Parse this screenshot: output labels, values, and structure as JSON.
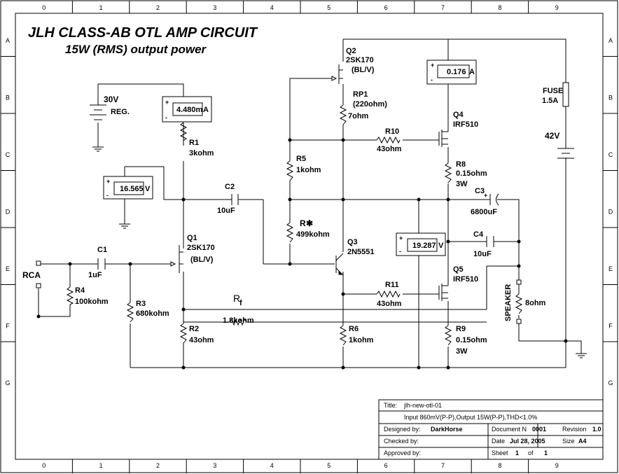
{
  "title": {
    "line1": "JLH CLASS-AB OTL AMP CIRCUIT",
    "line2": "15W (RMS) output power"
  },
  "frame": {
    "cols": [
      "0",
      "1",
      "2",
      "3",
      "4",
      "5",
      "6",
      "7",
      "8",
      "9"
    ],
    "rows": [
      "A",
      "B",
      "C",
      "D",
      "E",
      "F",
      "G"
    ]
  },
  "components": {
    "supply30": {
      "l1": "30V",
      "l2": "REG."
    },
    "supply42": "42V",
    "fuse": {
      "l1": "FUSE",
      "l2": "1.5A"
    },
    "q2": {
      "name": "Q2",
      "part": "2SK170",
      "grade": "(BL/V)"
    },
    "rp1": {
      "name": "RP1",
      "val": "(220ohm)",
      "set": "7ohm"
    },
    "q4": {
      "name": "Q4",
      "part": "IRF510"
    },
    "r10": {
      "name": "R10",
      "val": "43ohm"
    },
    "r5": {
      "name": "R5",
      "val": "1kohm"
    },
    "r8": {
      "name": "R8",
      "val": "0.15ohm",
      "w": "3W"
    },
    "r1": {
      "name": "R1",
      "val": "3kohm"
    },
    "c2": {
      "name": "C2",
      "val": "10uF"
    },
    "c3": {
      "name": "C3",
      "val": "6800uF"
    },
    "rx": {
      "name": "R",
      "star": "✱",
      "val": "499kohm"
    },
    "q3": {
      "name": "Q3",
      "part": "2N5551"
    },
    "c4": {
      "name": "C4",
      "val": "10uF"
    },
    "q1": {
      "name": "Q1",
      "part": "2SK170",
      "grade": "(BL/V)"
    },
    "c1": {
      "name": "C1",
      "val": "1uF"
    },
    "rca": "RCA",
    "r4": {
      "name": "R4",
      "val": "100kohm"
    },
    "r3": {
      "name": "R3",
      "val": "680kohm"
    },
    "rf": {
      "name": "R",
      "sub": "f",
      "val": "1.8kohm"
    },
    "r11": {
      "name": "R11",
      "val": "43ohm"
    },
    "q5": {
      "name": "Q5",
      "part": "IRF510"
    },
    "speaker": {
      "name": "SPEAKER",
      "val": "8ohm"
    },
    "r2": {
      "name": "R2",
      "val": "43ohm"
    },
    "r6": {
      "name": "R6",
      "val": "1kohm"
    },
    "r9": {
      "name": "R9",
      "val": "0.15ohm",
      "w": "3W"
    }
  },
  "meters": {
    "current1": {
      "value": "4.480m",
      "unit": "A"
    },
    "current2": {
      "value": "0.176",
      "unit": "A"
    },
    "volt1": {
      "value": "16.565",
      "unit": "V"
    },
    "volt2": {
      "value": "19.287",
      "unit": "V"
    },
    "plus": "+",
    "minus": "-"
  },
  "titleblock": {
    "title_label": "Title:",
    "title_value": "jlh-new-otl-01",
    "desc": "Input 860mV(P-P),Output 15W(P-P),THD<1.0%",
    "designed_label": "Designed by:",
    "designed_value": "DarkHorse",
    "docn_label": "Document N",
    "docn_value": "0001",
    "rev_label": "Revision",
    "rev_value": "1.0",
    "checked_label": "Checked by:",
    "date_label": "Date",
    "date_value": "Jul 28, 2005",
    "size_label": "Size",
    "size_value": "A4",
    "approved_label": "Approved by:",
    "sheet_label": "Sheet",
    "sheet_value": "1",
    "of_label": "of",
    "of_value": "1"
  }
}
